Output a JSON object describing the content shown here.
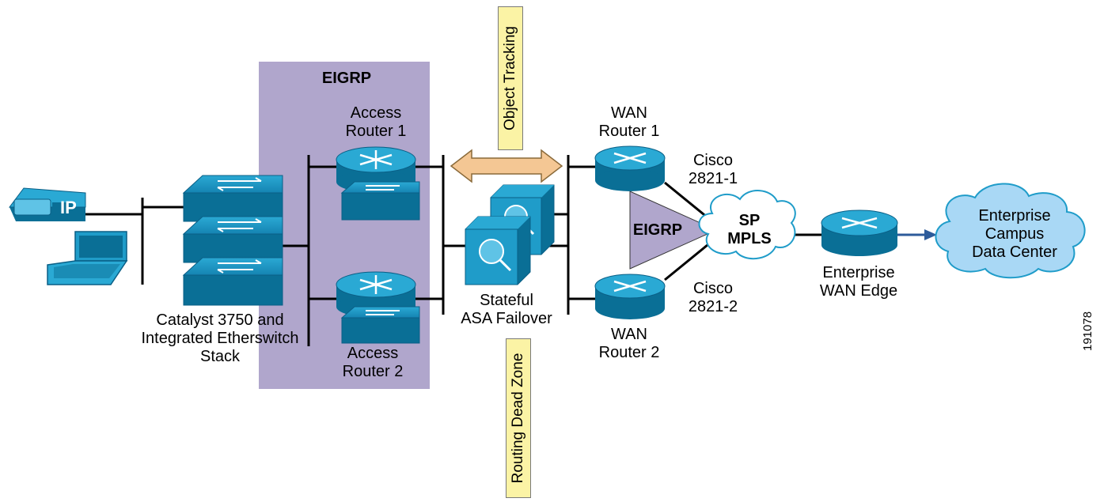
{
  "regions": {
    "eigrp_access": "EIGRP",
    "eigrp_wan": "EIGRP"
  },
  "tags": {
    "object_tracking": "Object Tracking",
    "routing_dead_zone": "Routing Dead Zone"
  },
  "labels": {
    "catalyst_stack": [
      "Catalyst 3750 and",
      "Integrated Etherswitch",
      "Stack"
    ],
    "access_router_1": [
      "Access",
      "Router 1"
    ],
    "access_router_2": [
      "Access",
      "Router 2"
    ],
    "asa": [
      "Stateful",
      "ASA Failover"
    ],
    "wan_router_1": [
      "WAN",
      "Router 1"
    ],
    "wan_router_2": [
      "WAN",
      "Router 2"
    ],
    "cisco_1": [
      "Cisco",
      "2821-1"
    ],
    "cisco_2": [
      "Cisco",
      "2821-2"
    ],
    "sp_mpls": [
      "SP",
      "MPLS"
    ],
    "enterprise_wan_edge": [
      "Enterprise",
      "WAN Edge"
    ],
    "enterprise_campus": [
      "Enterprise",
      "Campus",
      "Data Center"
    ],
    "ip_phone": "IP",
    "figure_id": "191078"
  },
  "colors": {
    "eigrp_region": "#b0a6cc",
    "device_blue": "#1f9cc9",
    "device_dark": "#0a6f96",
    "cloud": "#a9d8f5",
    "tag_yellow": "#fbf3a5",
    "arrow_tan": "#f4c794",
    "edge_arrow": "#2d5b9a"
  },
  "icons": [
    "ip-phone-icon",
    "laptop-icon",
    "switch-icon",
    "router-icon",
    "firewall-icon",
    "cloud-icon"
  ]
}
